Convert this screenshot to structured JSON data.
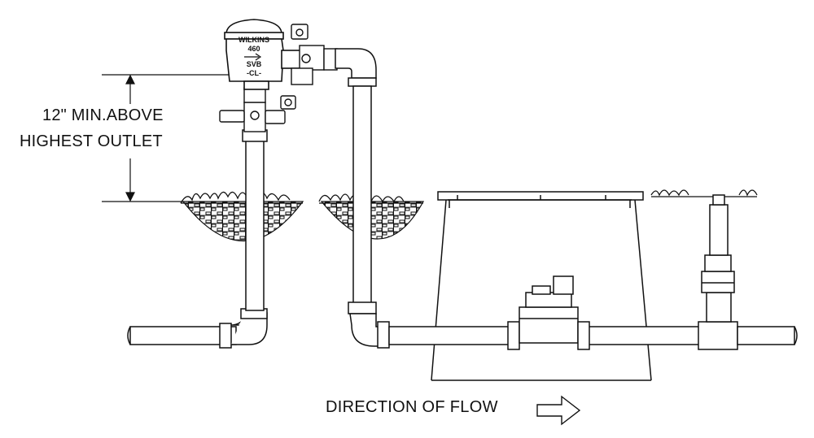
{
  "annotation": {
    "line1": "12\" MIN.ABOVE",
    "line2": "HIGHEST OUTLET"
  },
  "valve": {
    "brand": "WILKINS",
    "model": "460",
    "type": "SVB",
    "suffix": "-CL-"
  },
  "flow": {
    "label": "DIRECTION OF FLOW"
  },
  "colors": {
    "stroke": "#111111",
    "fill": "#ffffff"
  }
}
